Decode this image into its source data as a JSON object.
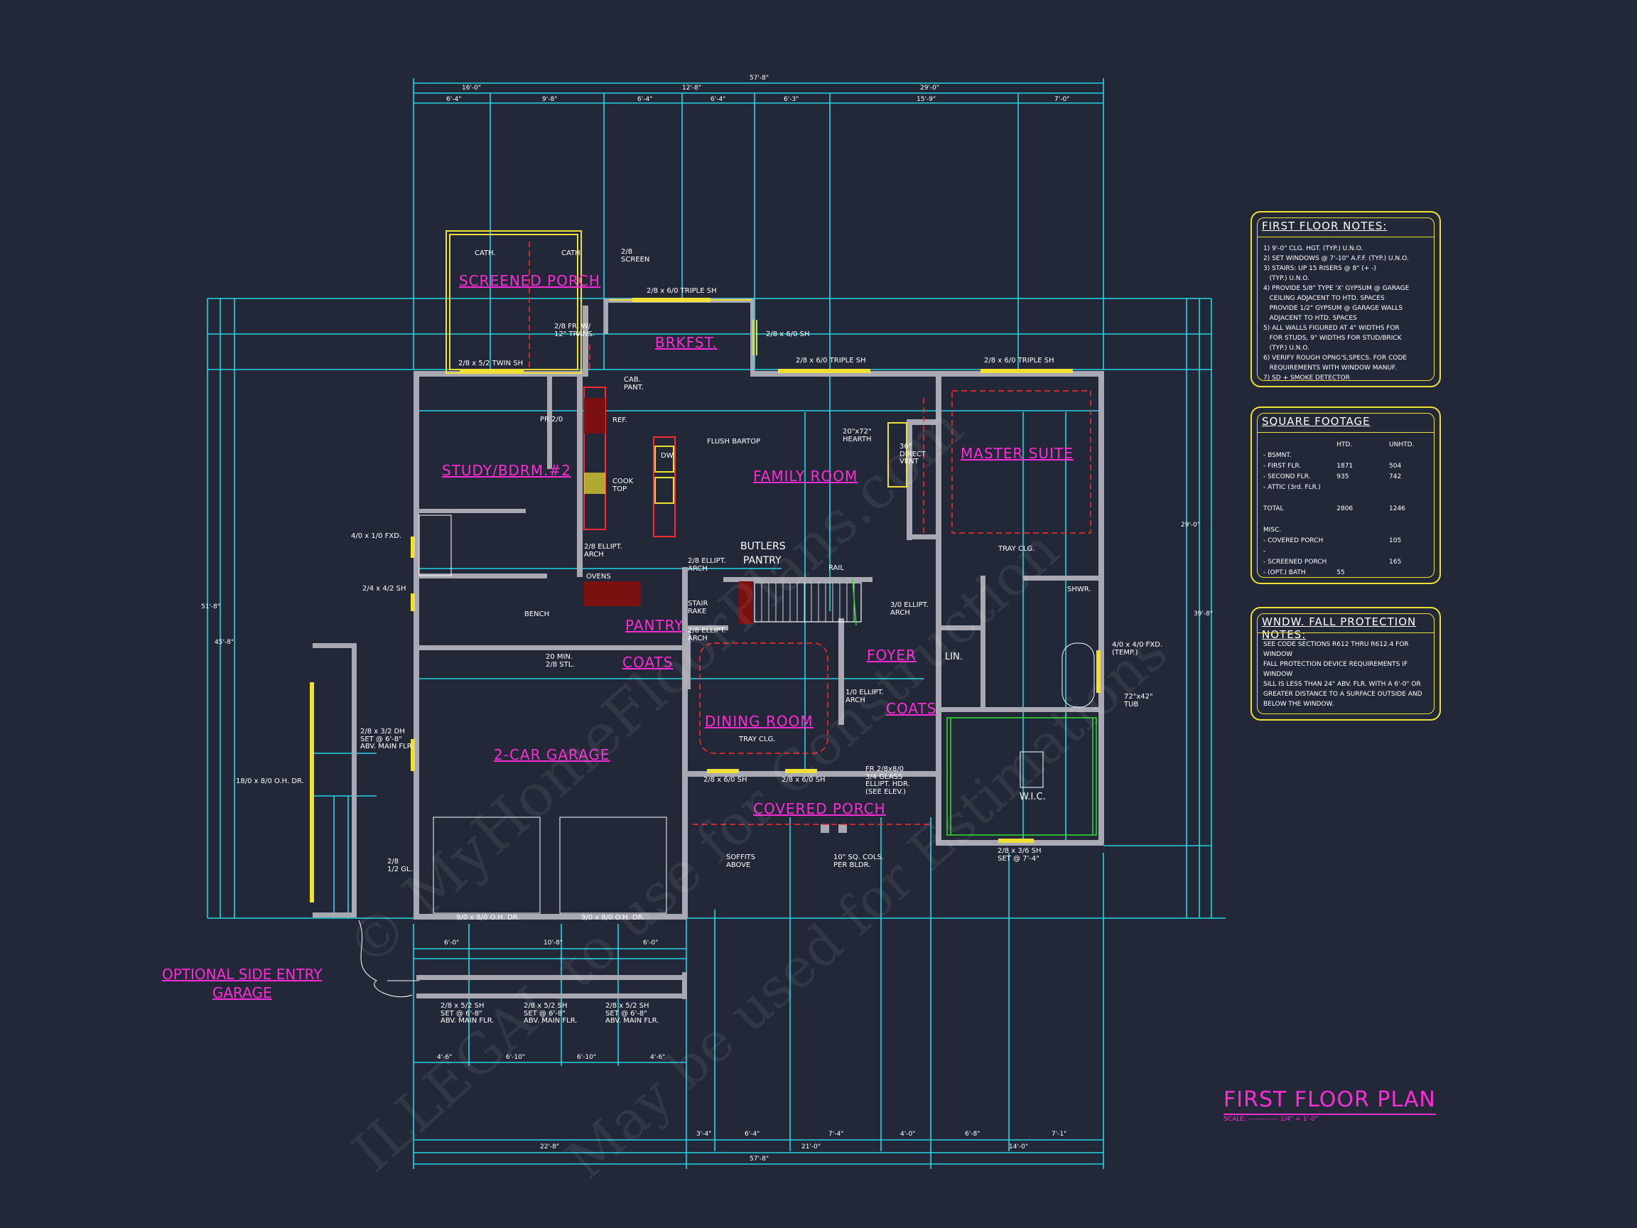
{
  "colors": {
    "background": "#232838",
    "dimension_lines": "#25d4e6",
    "room_labels": "#ff2bd6",
    "walls": "#a9a9b4",
    "windows": "#f0e033",
    "closets": "#2ee02e",
    "ceilings": "#ff2b2b"
  },
  "plan_title": "FIRST FLOOR PLAN",
  "plan_scale": "SCALE: ------------- 1/4\" = 1'-0\"",
  "optional_garage": {
    "line1": "OPTIONAL SIDE ENTRY",
    "line2": "GARAGE"
  },
  "rooms": {
    "screened_porch": "SCREENED PORCH",
    "brkfst": "BRKFST.",
    "study": "STUDY/BDRM.#2",
    "family_room": "FAMILY ROOM",
    "master_suite": "MASTER SUITE",
    "butlers": "BUTLERS",
    "butlers_pantry": "PANTRY",
    "pantry": "PANTRY",
    "coats": "COATS",
    "foyer": "FOYER",
    "dining_room": "DINING ROOM",
    "coats2": "COATS",
    "garage": "2-CAR GARAGE",
    "covered_porch": "COVERED PORCH",
    "wic": "W.I.C.",
    "lin": "LIN."
  },
  "labels": {
    "cath1": "CATH.",
    "cath2": "CATH.",
    "screen": "2/8\nSCREEN",
    "triple_sh_top": "2/8 x 6/0 TRIPLE SH",
    "fr": "2/8 FR. W/\n12\" TRANS.",
    "sh_right": "2/8 x 6/0 SH",
    "twin_sh": "2/8 x 5/2 TWIN SH",
    "triple_sh2": "2/8 x 6/0 TRIPLE SH",
    "triple_sh3": "2/8 x 6/0 TRIPLE SH",
    "cab_pant": "CAB.\nPANT.",
    "ref": "REF.",
    "pr": "PR 2/0",
    "flush_bartop": "FLUSH BARTOP",
    "dw": "DW",
    "cooktop": "COOK\nTOP",
    "hearth": "20\"x72\"\nHEARTH",
    "direct_vent": "36\"\nDIRECT\nVENT",
    "tray1": "TRAY CLG.",
    "fxd1": "4/0 x 1/0 FXD.",
    "sh42": "2/4 x 4/2 SH",
    "ellipt1": "2/8 ELLIPT.\nARCH",
    "ellipt2": "2/8 ELLIPT.\nARCH",
    "ovens": "OVENS",
    "stair_rake": "STAIR\nRAKE",
    "ellipt3": "2/8 ELLIPT.\nARCH",
    "rail": "RAIL",
    "ellipt4": "3/0 ELLIPT.\nARCH",
    "bench": "BENCH",
    "min_stl": "20 MIN.\n2/8 STL.",
    "shwr": "SHWR.",
    "fxd_temp": "4/0 x 4/0 FXD.\n(TEMP.)",
    "tub": "72\"x42\"\nTUB",
    "ellipt5": "1/0 ELLIPT.\nARCH",
    "tray2": "TRAY CLG.",
    "dh": "2/8 x 3/2 DH\nSET @ 6'-8\"\nABV. MAIN FLR.",
    "oh_dr_side": "18/0 x 8/0 O.H. DR.",
    "gl": "2/8\n1/2 GL.",
    "sh_dining1": "2/8 x 6/0 SH",
    "sh_dining2": "2/8 x 6/0 SH",
    "glass": "FR 2/8x8/0\n3/4 GLASS\nELLIPT. HDR.\n(SEE ELEV.)",
    "oh_dr1": "9/0 x 8/0 O.H. DR.",
    "oh_dr2": "9/0 x 8/0 O.H. DR.",
    "soffits": "SOFFITS\nABOVE",
    "cols": "10\" SQ. COLS.\nPER BLDR.",
    "sh_wic": "2/8 x 3/6 SH\nSET @ 7'-4\"",
    "side_sh1": "2/8 x 5/2 SH\nSET @ 6'-8\"\nABV. MAIN FLR.",
    "side_sh2": "2/8 x 5/2 SH\nSET @ 6'-8\"\nABV. MAIN FLR.",
    "side_sh3": "2/8 x 5/2 SH\nSET @ 6'-8\"\nABV. MAIN FLR."
  },
  "dimensions": {
    "top_total": "57'-8\"",
    "top_row2": [
      "16'-0\"",
      "12'-8\"",
      "29'-0\""
    ],
    "top_row3": [
      "6'-4\"",
      "9'-8\"",
      "6'-4\"",
      "6'-4\"",
      "6'-3\"",
      "15'-9\"",
      "7'-0\""
    ],
    "bottom_total": "57'-8\"",
    "bottom_row2": [
      "22'-8\"",
      "21'-0\"",
      "14'-0\""
    ],
    "bottom_row3": [
      "3'-4\"",
      "6'-4\"",
      "7'-4\"",
      "4'-0\"",
      "6'-8\"",
      "7'-1\""
    ],
    "garage_side": [
      "4'-6\"",
      "6'-10\"",
      "6'-10\"",
      "4'-6\""
    ],
    "garage_front": [
      "6'-0\"",
      "10'-8\"",
      "6'-0\""
    ],
    "left_total": "51'-8\"",
    "left_total2": "45'-8\"",
    "right_total": "39'-8\"",
    "right_total2": "29'-0\""
  },
  "notes": {
    "title": "FIRST FLOOR NOTES:",
    "items": [
      "1) 9'-0\" CLG. HGT. (TYP.) U.N.O.",
      "2) SET WINDOWS @ 7'-10\" A.F.F. (TYP.) U.N.O.",
      "3) STAIRS: UP 15 RISERS @ 8\" (+ -)",
      "   (TYP.) U.N.O.",
      "4) PROVIDE 5/8\" TYPE 'X' GYPSUM @ GARAGE",
      "   CEILING ADJACENT TO HTD. SPACES",
      "   PROVIDE 1/2\" GYPSUM @ GARAGE WALLS",
      "   ADJACENT TO HTD. SPACES",
      "5) ALL WALLS FIGURED AT 4\" WIDTHS FOR",
      "   FOR STUDS, 9\" WIDTHS FOR STUD/BRICK",
      "   (TYP.) U.N.O.",
      "6) VERIFY ROUGH OPNG'S,SPECS. FOR CODE",
      "   REQUIREMENTS WITH WINDOW MANUF.",
      "7) SD + SMOKE DETECTOR"
    ]
  },
  "square_footage": {
    "title": "SQUARE FOOTAGE",
    "head": [
      "",
      "HTD.",
      "UNHTD."
    ],
    "rows": [
      [
        "- BSMNT.",
        "",
        ""
      ],
      [
        "- FIRST FLR.",
        "1871",
        "504"
      ],
      [
        "- SECOND FLR.",
        "935",
        "742"
      ],
      [
        "- ATTIC (3rd. FLR.)",
        "",
        ""
      ],
      [
        "",
        "",
        ""
      ],
      [
        "TOTAL",
        "2806",
        "1246"
      ],
      [
        "",
        "",
        ""
      ],
      [
        "MISC.",
        "",
        ""
      ],
      [
        "- COVERED PORCH",
        "",
        "105"
      ],
      [
        "-",
        "",
        ""
      ],
      [
        "- SCREENED PORCH",
        "",
        "165"
      ],
      [
        "- (OPT.) BATH",
        "55",
        ""
      ]
    ]
  },
  "fall_notes": {
    "title": "WNDW. FALL PROTECTION NOTES:",
    "text": "SEE CODE SECTIONS R612 THRU R612.4 FOR WINDOW\nFALL PROTECTION DEVICE REQUIREMENTS IF WINDOW\nSILL IS LESS THAN 24\" ABV. FLR. WITH A 6'-0\" OR\nGREATER DISTANCE TO A SURFACE OUTSIDE AND\nBELOW THE WINDOW."
  },
  "watermark": {
    "line1": "© MyHomeFloorPlans.com",
    "line2": "ILLEGAL to use for Construction",
    "line3": "May be used for Estimations"
  }
}
